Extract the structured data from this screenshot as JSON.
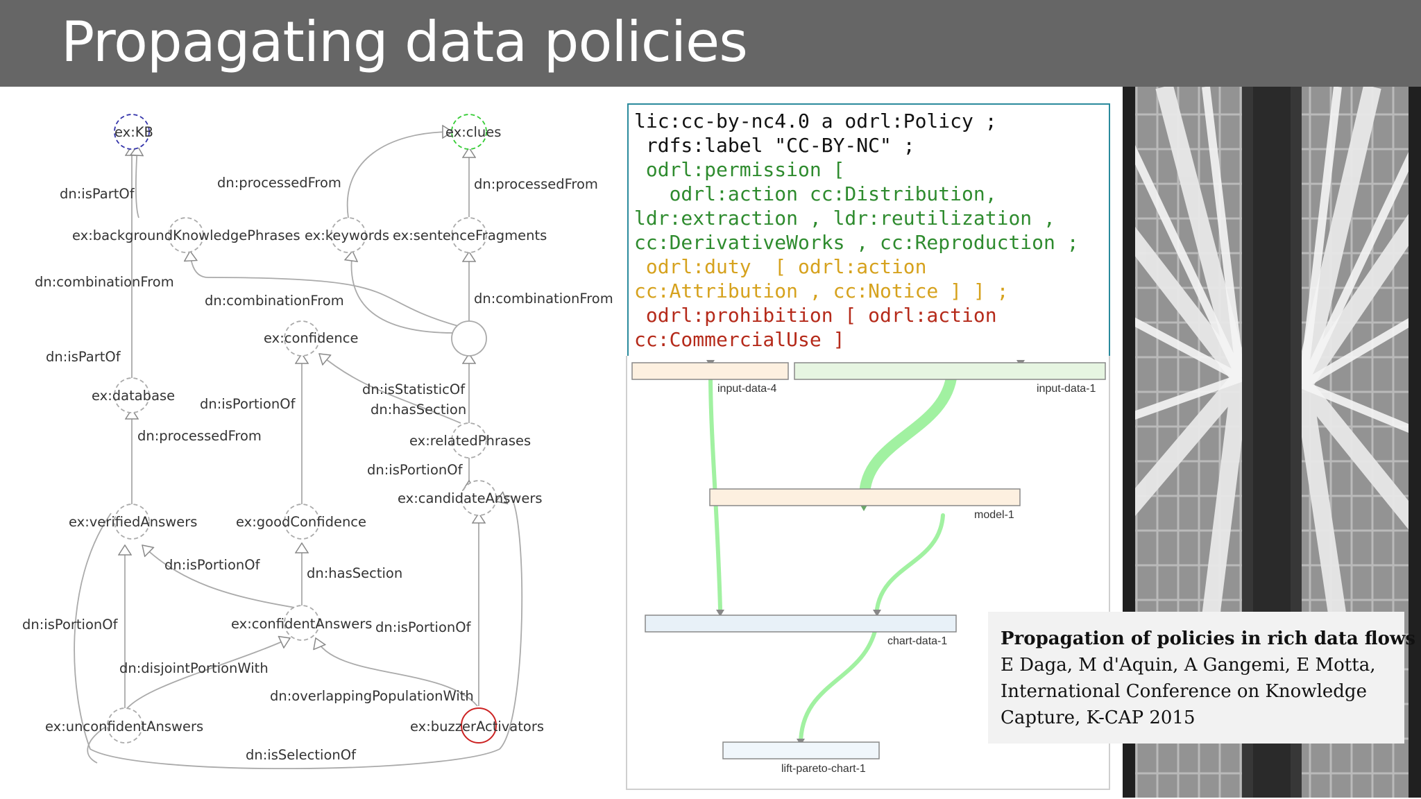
{
  "title": "Propagating data policies",
  "graph": {
    "nodes": {
      "kb": "ex:KB",
      "clues": "ex:clues",
      "bg_phrases": "ex:backgroundKnowledgePhrases",
      "keywords": "ex:keywords",
      "sentence_fragments": "ex:sentenceFragments",
      "confidence": "ex:confidence",
      "database": "ex:database",
      "related_phrases": "ex:relatedPhrases",
      "candidate_answers": "ex:candidateAnswers",
      "verified_answers": "ex:verifiedAnswers",
      "good_confidence": "ex:goodConfidence",
      "confident_answers": "ex:confidentAnswers",
      "unconfident_answers": "ex:unconfidentAnswers",
      "buzzer_activators": "ex:buzzerActivators"
    },
    "edges": {
      "is_part_of_1": "dn:isPartOf",
      "processed_from_1": "dn:processedFrom",
      "processed_from_2": "dn:processedFrom",
      "combination_from_1": "dn:combinationFrom",
      "combination_from_2": "dn:combinationFrom",
      "combination_from_3": "dn:combinationFrom",
      "is_part_of_2": "dn:isPartOf",
      "is_statistic_of": "dn:isStatisticOf",
      "has_section_1": "dn:hasSection",
      "is_portion_of_1": "dn:isPortionOf",
      "processed_from_3": "dn:processedFrom",
      "is_portion_of_2": "dn:isPortionOf",
      "is_portion_of_3": "dn:isPortionOf",
      "has_section_2": "dn:hasSection",
      "is_portion_of_4": "dn:isPortionOf",
      "is_portion_of_5": "dn:isPortionOf",
      "disjoint_portion_with": "dn:disjointPortionWith",
      "overlapping_population_with": "dn:overlappingPopulationWith",
      "is_selection_of": "dn:isSelectionOf"
    }
  },
  "policy": {
    "lines": [
      {
        "text": "lic:cc-by-nc4.0 a odrl:Policy ;",
        "color": "#111111"
      },
      {
        "text": " rdfs:label \"CC-BY-NC\" ;",
        "color": "#111111"
      },
      {
        "text": " odrl:permission [",
        "color": "#2e8b2e"
      },
      {
        "text": "   odrl:action cc:Distribution,",
        "color": "#2e8b2e"
      },
      {
        "text": "ldr:extraction , ldr:reutilization ,",
        "color": "#2e8b2e"
      },
      {
        "text": "cc:DerivativeWorks , cc:Reproduction ;",
        "color": "#2e8b2e"
      },
      {
        "text": " odrl:duty  [ odrl:action",
        "color": "#d6a21e"
      },
      {
        "text": "cc:Attribution , cc:Notice ] ] ;",
        "color": "#d6a21e"
      },
      {
        "text": " odrl:prohibition [ odrl:action",
        "color": "#b52a1a"
      },
      {
        "text": "cc:CommercialUse ]",
        "color": "#b52a1a"
      }
    ]
  },
  "flow": {
    "input_data_4": "input-data-4",
    "input_data_1": "input-data-1",
    "model_1": "model-1",
    "chart_data_1": "chart-data-1",
    "lift_pareto_chart_1": "lift-pareto-chart-1"
  },
  "reference": {
    "lines": [
      "Propagation of policies in rich data flows",
      "E Daga, M d'Aquin, A Gangemi, E Motta,",
      "International Conference on Knowledge",
      "Capture, K-CAP 2015"
    ]
  },
  "colors": {
    "title_bar": "#666666",
    "code_border": "#2a8a9c",
    "flow_green": "#90ee90",
    "node_kb": "#3333aa",
    "node_clues": "#33cc33",
    "node_buzzer": "#cc2222"
  }
}
